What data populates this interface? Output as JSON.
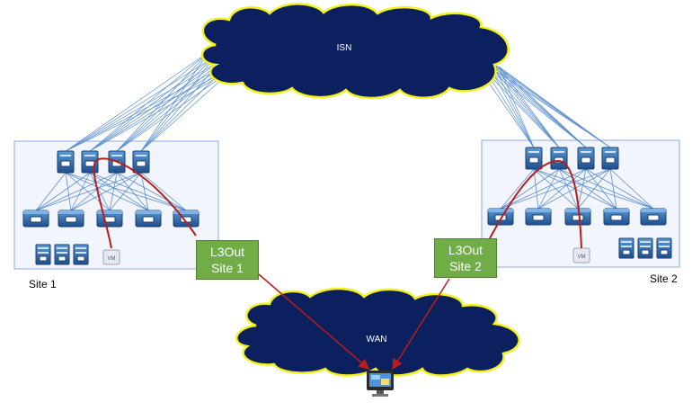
{
  "clouds": {
    "isn": {
      "label": "ISN"
    },
    "wan": {
      "label": "WAN"
    }
  },
  "sites": [
    {
      "name": "Site 1",
      "l3out": {
        "line1": "L3Out",
        "line2": "Site 1"
      },
      "vm_label": "VM"
    },
    {
      "name": "Site 2",
      "l3out": {
        "line1": "L3Out",
        "line2": "Site 2"
      },
      "vm_label": "VM"
    }
  ],
  "colors": {
    "cloud_fill": "#0c1f5e",
    "cloud_outline": "#f2f21a",
    "link_blue": "#5b8fd0",
    "path_red": "#b81c1c",
    "l3out_green": "#70ad47",
    "site_box": "#f2f6fc"
  },
  "icons": [
    "spine-switch-icon",
    "leaf-switch-icon",
    "server-icon",
    "vm-icon",
    "desktop-client-icon"
  ]
}
